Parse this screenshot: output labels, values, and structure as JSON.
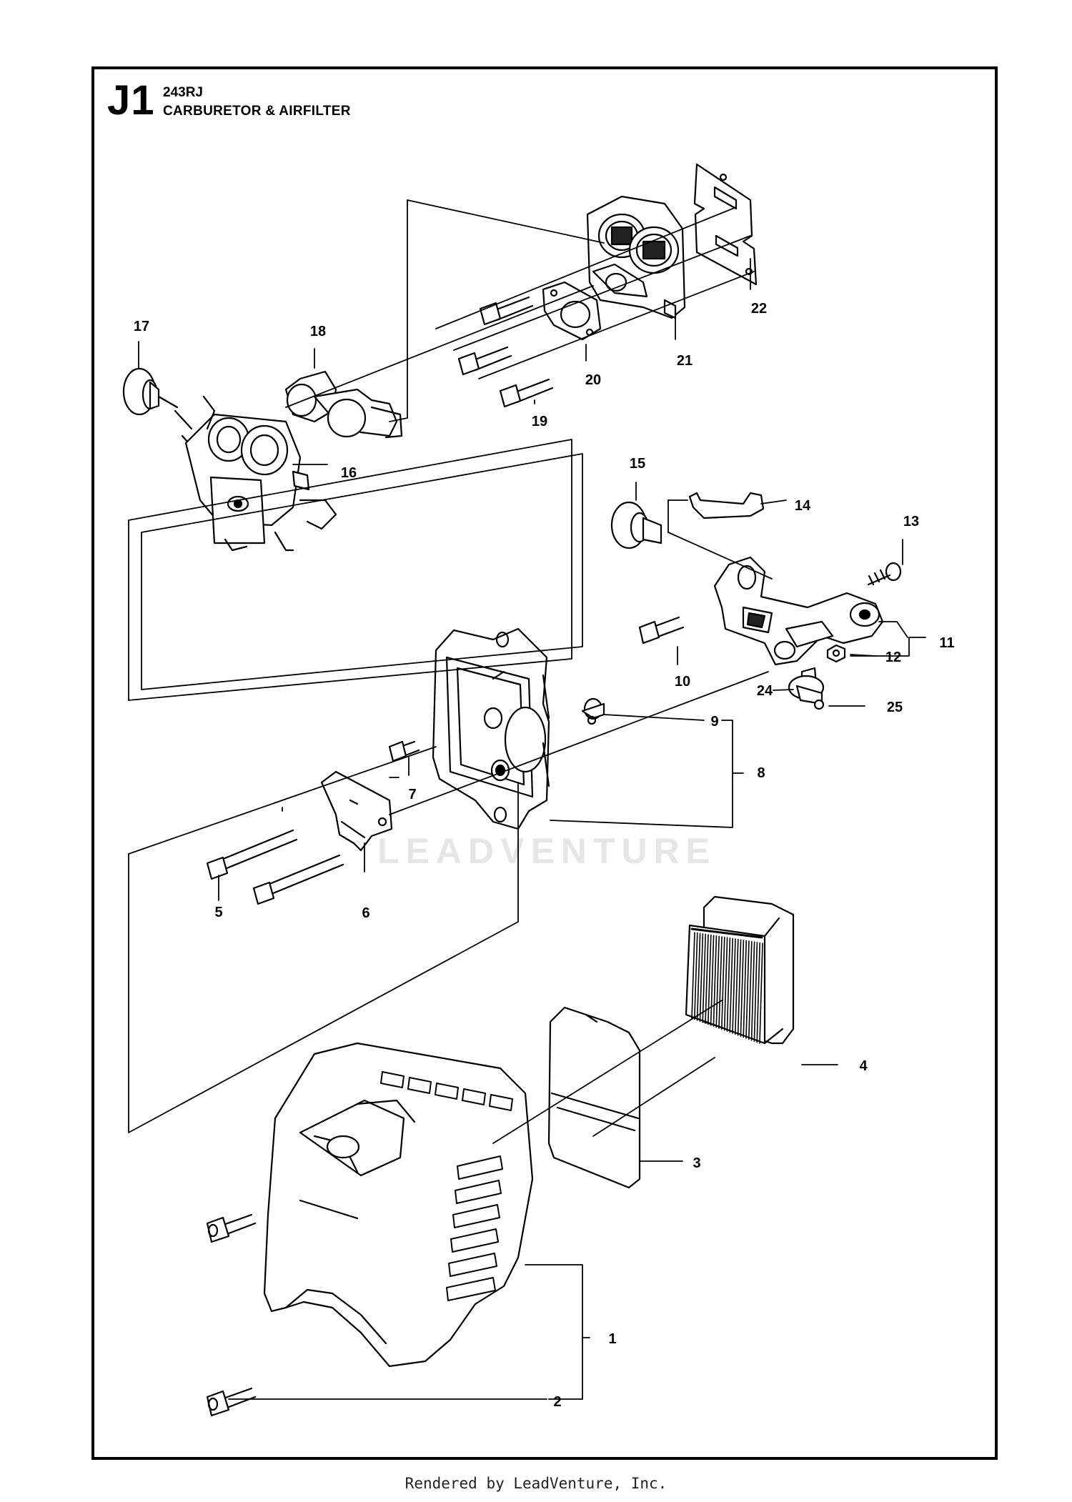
{
  "header": {
    "diagram_code": "J1",
    "model": "243RJ",
    "section": "CARBURETOR & AIRFILTER"
  },
  "watermark": "LEADVENTURE",
  "footer": "Rendered by LeadVenture, Inc.",
  "callouts": [
    "1",
    "2",
    "3",
    "4",
    "5",
    "6",
    "7",
    "8",
    "9",
    "10",
    "11",
    "12",
    "13",
    "14",
    "15",
    "16",
    "17",
    "18",
    "19",
    "20",
    "21",
    "22",
    "24",
    "25"
  ]
}
